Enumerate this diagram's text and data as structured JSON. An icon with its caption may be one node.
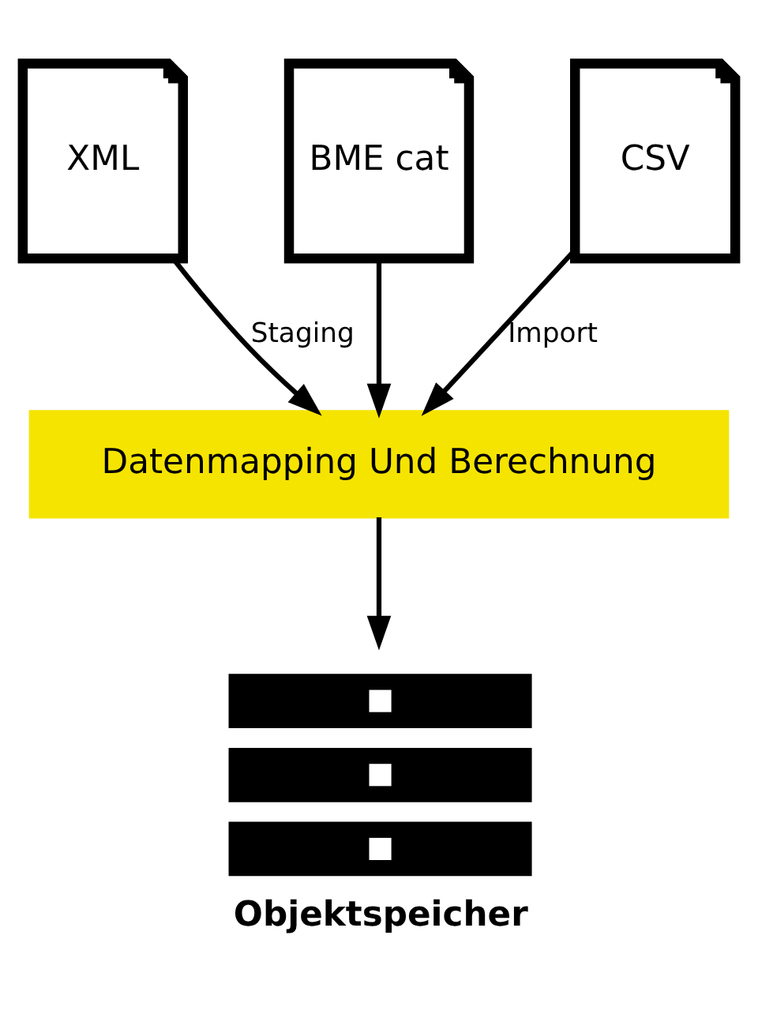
{
  "diagram": {
    "nodes": [
      {
        "text": [
          "XML"
        ]
      },
      {
        "text": [
          "BME cat"
        ]
      },
      {
        "text": [
          "CSV"
        ]
      },
      {
        "text": [
          "Datenmapping Und Berechnung"
        ]
      },
      {
        "text": [
          "Objektspeicher"
        ]
      }
    ],
    "edges": [
      {
        "from": 0,
        "to": 3,
        "arrow": "to",
        "label": "Staging"
      },
      {
        "from": 1,
        "to": 3,
        "arrow": "to"
      },
      {
        "from": 2,
        "to": 3,
        "arrow": "to",
        "label": "Import"
      },
      {
        "from": 3,
        "to": 4,
        "arrow": "to"
      }
    ]
  }
}
